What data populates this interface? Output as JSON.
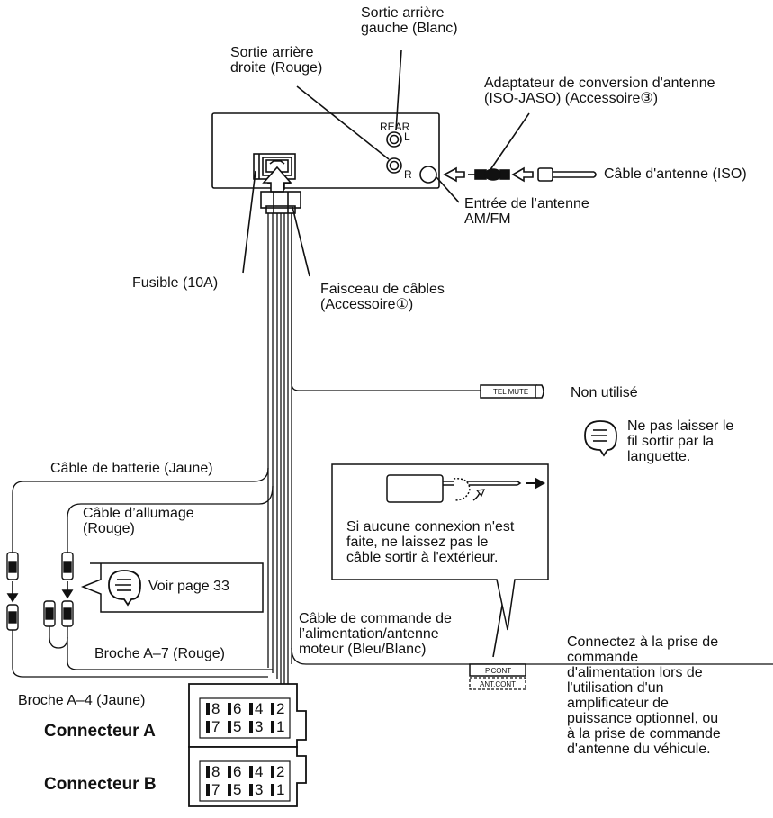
{
  "labels": {
    "rear_left_out": "Sortie arrière\ngauche (Blanc)",
    "rear_right_out": "Sortie arrière\ndroite (Rouge)",
    "antenna_adapter": "Adaptateur de conversion d'antenne\n(ISO-JASO) (Accessoire③)",
    "rear_marker": "REAR",
    "l_marker": "L",
    "r_marker": "R",
    "antenna_cable": "Câble d'antenne (ISO)",
    "antenna_input": "Entrée de l’antenne\nAM/FM",
    "fuse": "Fusible (10A)",
    "harness": "Faisceau de câbles\n(Accessoire①)",
    "tel_mute_tag": "TEL MUTE",
    "not_used": "Non utilisé",
    "no_tab_note": "Ne pas laisser le\nfil sortir par la\nlanguette.",
    "battery_cable": "Câble de batterie (Jaune)",
    "ignition_cable": "Câble d’allumage\n(Rouge)",
    "see_page": "Voir page 33",
    "no_connection_note": "Si aucune connexion n'est\nfaite, ne laissez pas le\ncâble sortir à l'extérieur.",
    "power_control_cable": "Câble de commande de\nl’alimentation/antenne\nmoteur (Bleu/Blanc)",
    "pcont_tag": "P.CONT",
    "antcont_tag": "ANT.CONT",
    "connect_note": "Connectez à la prise de\ncommande\nd'alimentation lors de\nl'utilisation d'un\namplificateur de\npuissance optionnel, ou\nà la prise de commande\nd'antenne du véhicule.",
    "pin_a7": "Broche A–7 (Rouge)",
    "pin_a4": "Broche A–4 (Jaune)",
    "connector_a": "Connecteur A",
    "connector_b": "Connecteur B"
  },
  "pins": {
    "row_even": [
      "8",
      "6",
      "4",
      "2"
    ],
    "row_odd": [
      "7",
      "5",
      "3",
      "1"
    ]
  },
  "colors": {
    "line": "#111111",
    "background": "#ffffff"
  },
  "icons": [
    "speech-note-icon",
    "arrow-right-icon",
    "curved-arrow-icon",
    "up-arrow-icon",
    "down-arrow-icon"
  ]
}
